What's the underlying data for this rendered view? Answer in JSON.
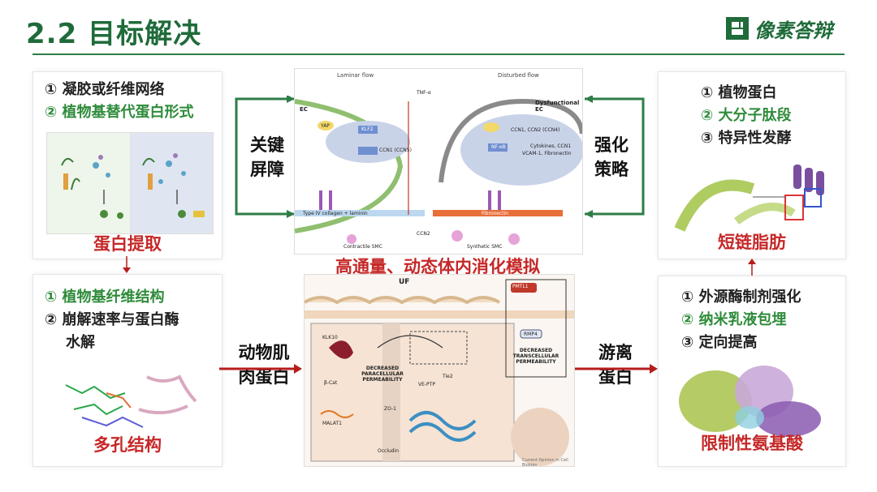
{
  "header": {
    "title": "2.2 目标解决",
    "brand": "像素答辩"
  },
  "top_left": {
    "items": [
      "① 凝胶或纤维网络",
      "② 植物基替代蛋白形式"
    ],
    "caption": "蛋白提取"
  },
  "bottom_left": {
    "items": [
      "① 植物基纤维结构",
      "② 崩解速率与蛋白酶",
      "水解"
    ],
    "caption": "多孔结构"
  },
  "top_right": {
    "items": [
      "① 植物蛋白",
      "② 大分子肽段",
      "③ 特异性发酵"
    ],
    "caption": "短链脂肪"
  },
  "bottom_right": {
    "items": [
      "① 外源酶制剂强化",
      "② 纳米乳液包埋",
      "③ 定向提高"
    ],
    "caption": "限制性氨基酸"
  },
  "center": {
    "caption": "高通量、动态体内消化模拟",
    "top_fig": {
      "laminar": "Laminar flow",
      "disturbed": "Disturbed flow",
      "ec": "EC",
      "dys": "Dysfunctional EC",
      "yap": "YAP",
      "klf2": "KLF2",
      "ccn1": "CCN1 (CCN5)",
      "nfkb": "NF-κB",
      "tnf": "TNF-α",
      "collagen": "Type IV collagen + laminin",
      "fibronectin": "Fibronectin",
      "ccn2": "CCN2",
      "contractile": "Contractile SMC",
      "synthetic": "Synthetic SMC",
      "cytokines": "Cytokines, CCN1",
      "vcam": "VCAM-1, Fibronectin",
      "ccn3": "CCN1, CCN2 (CCN4)"
    },
    "bottom_fig": {
      "uf": "UF",
      "pmtl": "PMTL1",
      "klk10": "KLK10",
      "rmp4": "RMP4",
      "dec1": "DECREASED PARACELLULAR PERMEABILITY",
      "dec2": "DECREASED TRANSCELLULAR PERMEABILITY",
      "bcat": "β-Cat",
      "malat": "MALAT1",
      "zo1": "ZO-1",
      "tie2": "Tie2",
      "vep": "VE-PTP",
      "occludin": "Occludin",
      "credit": "Current Opinion in Cell Biology"
    }
  },
  "left_connector": {
    "lines": [
      "关键",
      "屏障"
    ]
  },
  "right_connector": {
    "lines": [
      "强化",
      "策略"
    ]
  },
  "left_bottom_connector": {
    "lines": [
      "动物肌",
      "肉蛋白"
    ]
  },
  "right_bottom_connector": {
    "lines": [
      "游离",
      "蛋白"
    ]
  },
  "colors": {
    "green": "#2e8b3a",
    "dark_green": "#1f6b3a",
    "red": "#c62828",
    "arrow_red": "#b71c1c"
  }
}
